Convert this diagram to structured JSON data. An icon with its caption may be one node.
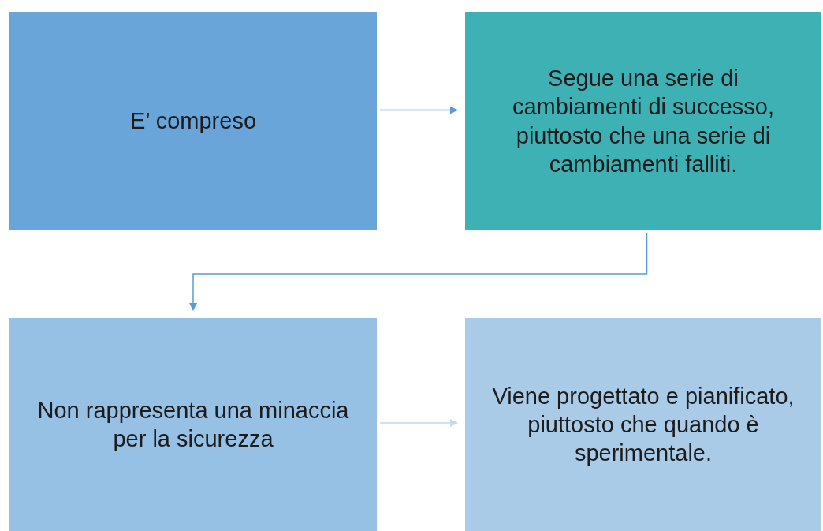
{
  "diagram": {
    "nodes": [
      {
        "text": [
          "E’ compreso"
        ]
      },
      {
        "text": [
          "Segue una serie di cambiamenti di successo, piuttosto che una serie di cambiamenti falliti."
        ]
      },
      {
        "text": [
          "Non rappresenta una minaccia per la sicurezza"
        ]
      },
      {
        "text": [
          "Viene progettato e pianificato, piuttosto che quando è sperimentale."
        ]
      }
    ],
    "edges": [
      {
        "from": 0,
        "to": 1,
        "arrow": "to"
      },
      {
        "from": 1,
        "to": 2,
        "arrow": "to"
      },
      {
        "from": 2,
        "to": 3,
        "arrow": "to",
        "color": "#c5d9ef"
      }
    ]
  }
}
